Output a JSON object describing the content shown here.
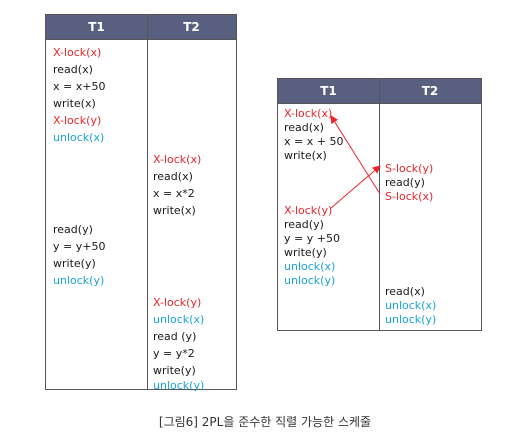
{
  "colors": {
    "header_bg": "#59607f",
    "lock": "#e8262b",
    "unlock": "#1aa3d9",
    "text": "#1a1a1a"
  },
  "schedule1": {
    "headers": [
      "T1",
      "T2"
    ],
    "t1_ops": [
      {
        "text": "X-lock(x)",
        "kind": "lock"
      },
      {
        "text": "read(x)",
        "kind": "normal"
      },
      {
        "text": "x = x+50",
        "kind": "normal"
      },
      {
        "text": "write(x)",
        "kind": "normal"
      },
      {
        "text": "X-lock(y)",
        "kind": "lock"
      },
      {
        "text": "unlock(x)",
        "kind": "unlock"
      },
      {
        "text": "read(y)",
        "kind": "normal"
      },
      {
        "text": "y = y+50",
        "kind": "normal"
      },
      {
        "text": "write(y)",
        "kind": "normal"
      },
      {
        "text": "unlock(y)",
        "kind": "unlock"
      }
    ],
    "t2_ops": [
      {
        "text": "X-lock(x)",
        "kind": "lock"
      },
      {
        "text": "read(x)",
        "kind": "normal"
      },
      {
        "text": "x = x*2",
        "kind": "normal"
      },
      {
        "text": "write(x)",
        "kind": "normal"
      },
      {
        "text": "X-lock(y)",
        "kind": "lock"
      },
      {
        "text": "unlock(x)",
        "kind": "unlock"
      },
      {
        "text": "read (y)",
        "kind": "normal"
      },
      {
        "text": "y = y*2",
        "kind": "normal"
      },
      {
        "text": "write(y)",
        "kind": "normal"
      },
      {
        "text": "unlock(y)",
        "kind": "unlock"
      }
    ]
  },
  "schedule2": {
    "headers": [
      "T1",
      "T2"
    ],
    "t1_ops": [
      {
        "text": "X-lock(x)",
        "kind": "lock"
      },
      {
        "text": "read(x)",
        "kind": "normal"
      },
      {
        "text": "x = x + 50",
        "kind": "normal"
      },
      {
        "text": "write(x)",
        "kind": "normal"
      },
      {
        "text": "X-lock(y)",
        "kind": "lock"
      },
      {
        "text": "read(y)",
        "kind": "normal"
      },
      {
        "text": "y = y +50",
        "kind": "normal"
      },
      {
        "text": "write(y)",
        "kind": "normal"
      },
      {
        "text": "unlock(x)",
        "kind": "unlock"
      },
      {
        "text": "unlock(y)",
        "kind": "unlock"
      }
    ],
    "t2_ops": [
      {
        "text": "S-lock(y)",
        "kind": "lock"
      },
      {
        "text": "read(y)",
        "kind": "normal"
      },
      {
        "text": "S-lock(x)",
        "kind": "lock"
      },
      {
        "text": "read(x)",
        "kind": "normal"
      },
      {
        "text": "unlock(x)",
        "kind": "unlock"
      },
      {
        "text": "unlock(y)",
        "kind": "unlock"
      }
    ]
  },
  "caption": "[그림6] 2PL을 준수한 직렬 가능한 스케줄"
}
